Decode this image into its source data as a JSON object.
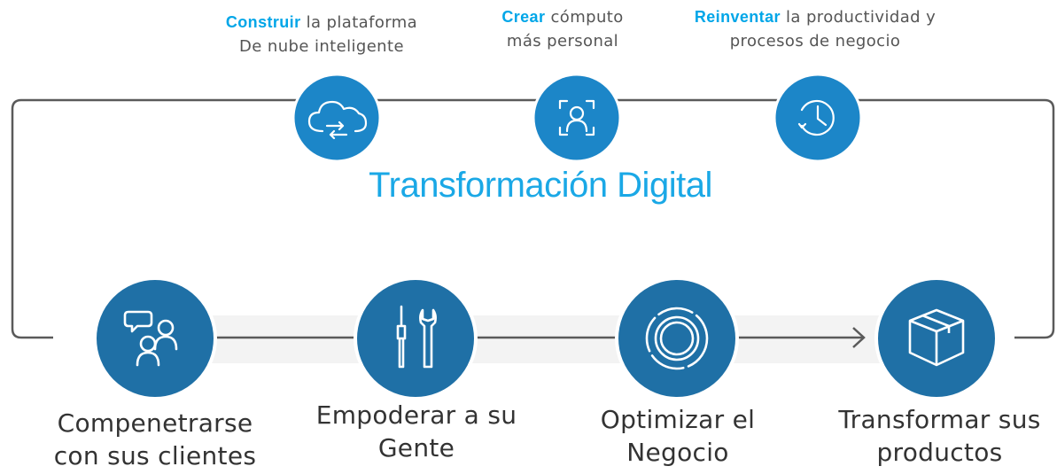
{
  "title": "Transformación Digital",
  "colors": {
    "accent": "#1aa8e6",
    "highlight": "#00a6e8",
    "circle_dark": "#1f70a6",
    "circle_light": "#1c86c8",
    "line": "#5a5a5a"
  },
  "pillars": [
    {
      "highlight": "Construir",
      "rest": " la plataforma",
      "line2": "De nube inteligente",
      "icon": "cloud-sync-icon"
    },
    {
      "highlight": "Crear",
      "rest": " cómputo",
      "line2": "más personal",
      "icon": "face-scan-icon"
    },
    {
      "highlight": "Reinventar",
      "rest": " la productividad y",
      "line2": "procesos de negocio",
      "icon": "clock-icon"
    }
  ],
  "steps": [
    {
      "line1": "Compenetrarse",
      "line2": "con sus clientes",
      "icon": "chat-people-icon"
    },
    {
      "line1": "Empoderar a su",
      "line2": "Gente",
      "icon": "tools-icon"
    },
    {
      "line1": "Optimizar el",
      "line2": "Negocio",
      "icon": "gear-ring-icon"
    },
    {
      "line1": "Transformar sus",
      "line2": "productos",
      "icon": "box-icon"
    }
  ]
}
